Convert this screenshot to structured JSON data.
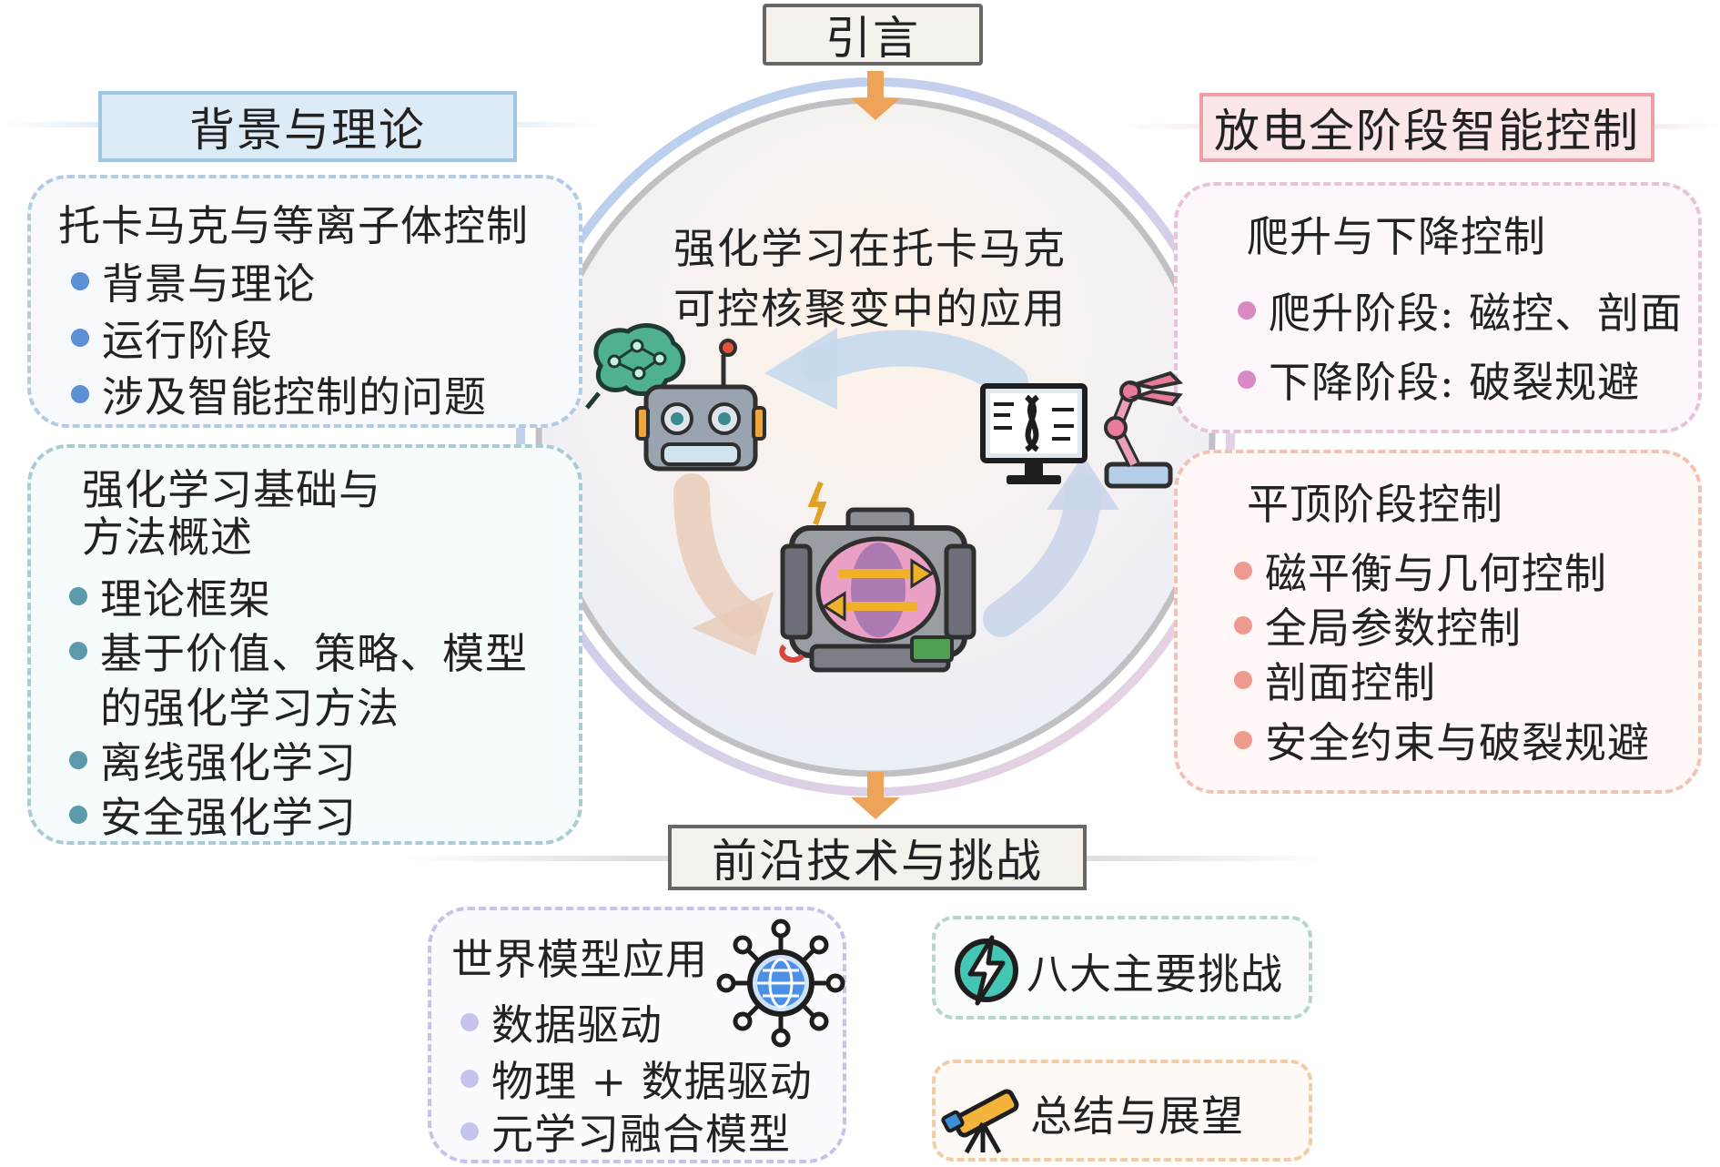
{
  "intro": {
    "title": "引言"
  },
  "center": {
    "title_line1": "强化学习在托卡马克",
    "title_line2": "可控核聚变中的应用"
  },
  "left_header": "背景与理论",
  "panel_tokamak": {
    "title": "托卡马克与等离子体控制",
    "items": [
      "背景与理论",
      "运行阶段",
      "涉及智能控制的问题"
    ]
  },
  "panel_rl": {
    "title_line1": "强化学习基础与",
    "title_line2": "方法概述",
    "items": [
      "理论框架",
      "基于价值、策略、模型",
      "的强化学习方法",
      "离线强化学习",
      "安全强化学习"
    ]
  },
  "right_header": "放电全阶段智能控制",
  "panel_ramp": {
    "title": "爬升与下降控制",
    "items": [
      "爬升阶段: 磁控、剖面",
      "下降阶段: 破裂规避"
    ]
  },
  "panel_flattop": {
    "title": "平顶阶段控制",
    "items": [
      "磁平衡与几何控制",
      "全局参数控制",
      "剖面控制",
      "安全约束与破裂规避"
    ]
  },
  "bottom_header": "前沿技术与挑战",
  "panel_world": {
    "title": "世界模型应用",
    "items": [
      "数据驱动",
      "物理 + 数据驱动",
      "元学习融合模型"
    ]
  },
  "challenges": {
    "label": "八大主要挑战"
  },
  "summary": {
    "label": "总结与展望"
  },
  "colors": {
    "blue_dot": "#5b8fd6",
    "teal_dot": "#5b9aaa",
    "pink_dot": "#d98ac2",
    "salmon_dot": "#ee9a8e",
    "lavender_dot": "#b9b8ea",
    "arrow": "#eea35a"
  },
  "icons": [
    "robot-icon",
    "brain-network-icon",
    "dna-monitor-icon",
    "robot-arm-icon",
    "tokamak-reactor-icon",
    "globe-network-icon",
    "lightning-icon",
    "telescope-icon"
  ]
}
